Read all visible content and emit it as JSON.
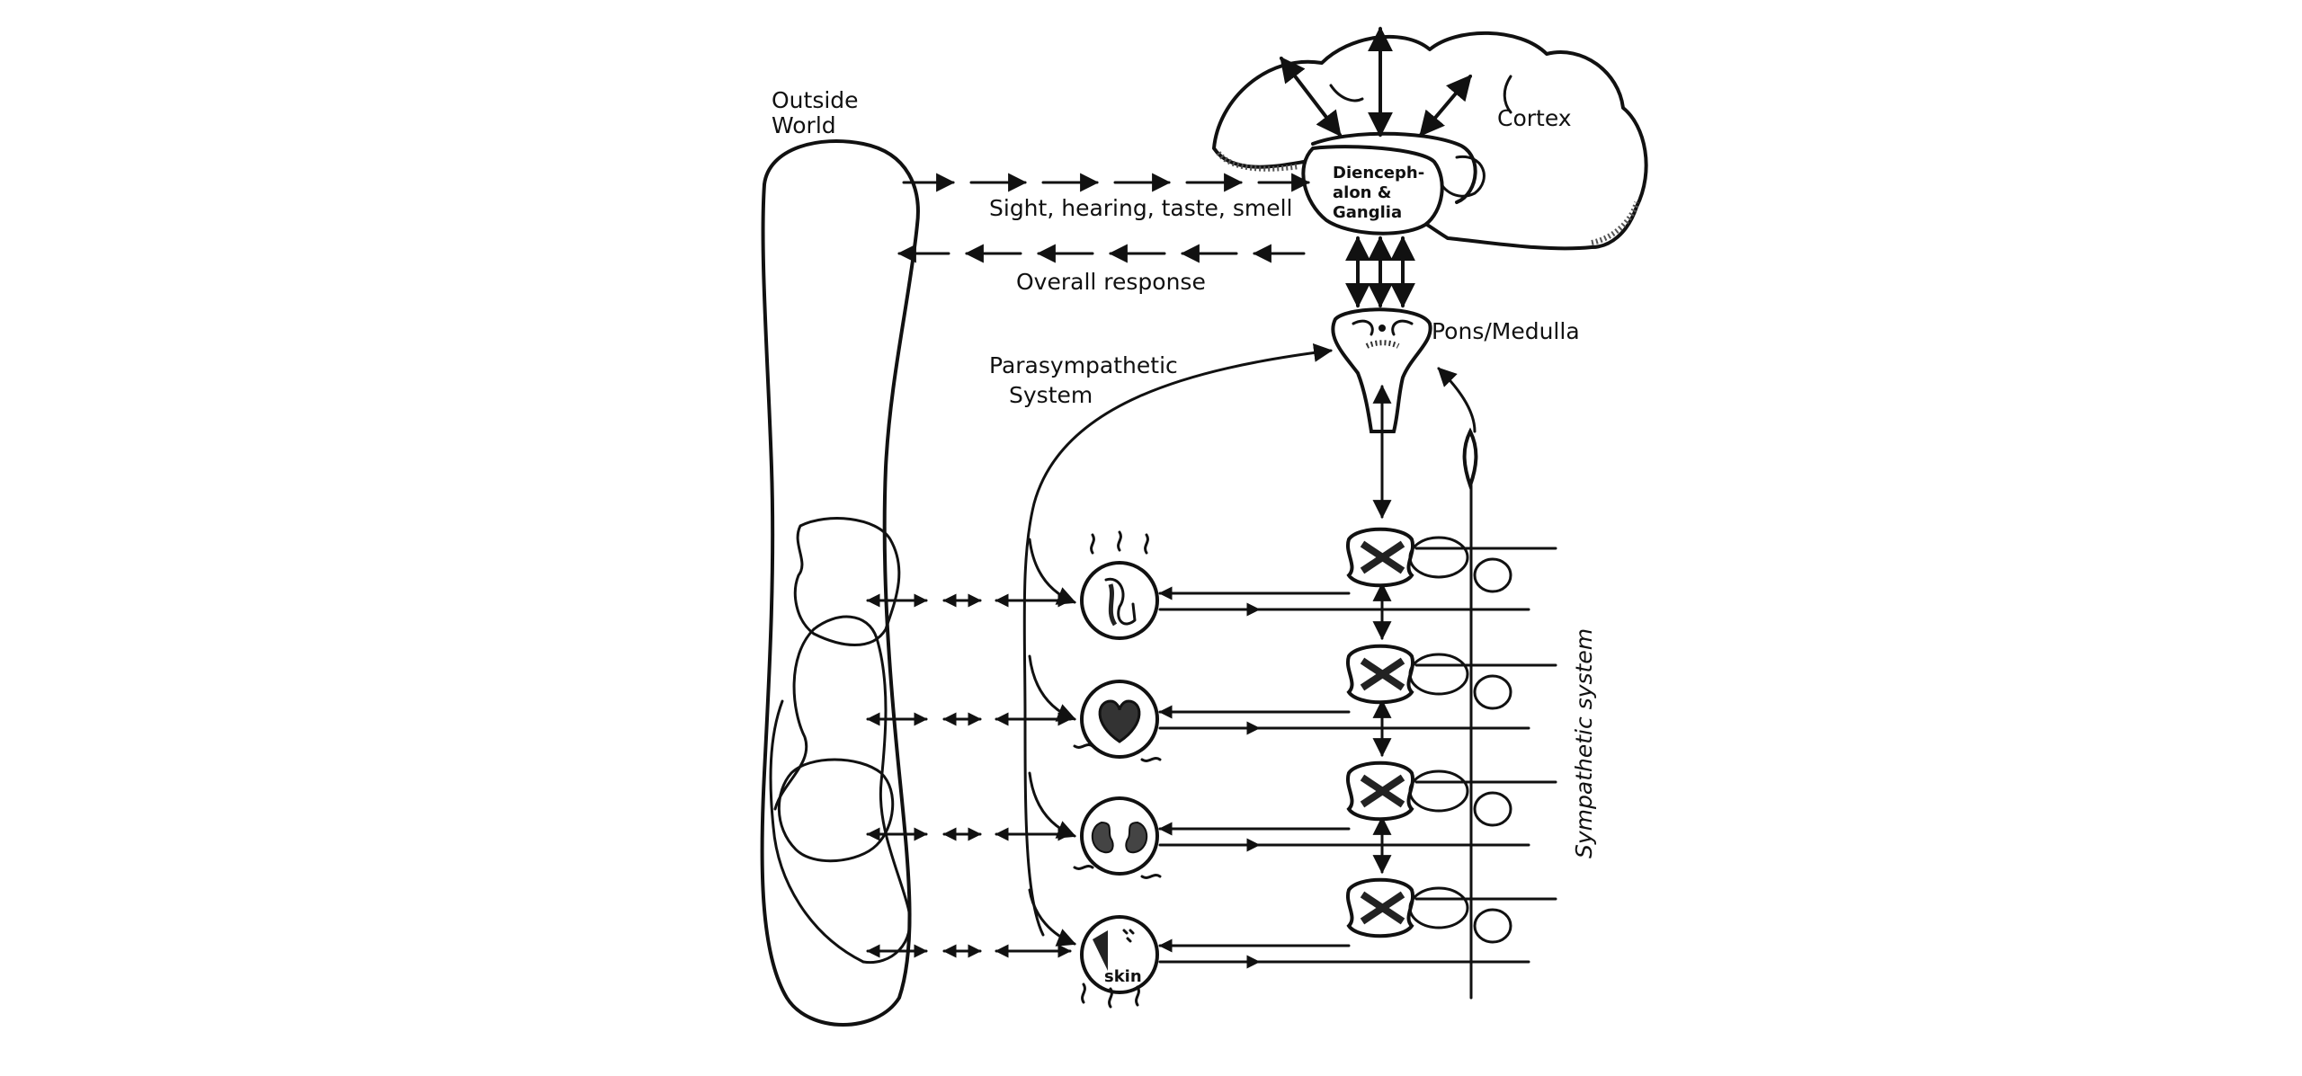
{
  "labels": {
    "outside_world_line1": "Outside",
    "outside_world_line2": "World",
    "cortex": "Cortex",
    "diencephalon_line1": "Dienceph-",
    "diencephalon_line2": "alon &",
    "diencephalon_line3": "Ganglia",
    "senses": "Sight, hearing, taste, smell",
    "overall_response": "Overall response",
    "pons_medulla": "Pons/Medulla",
    "parasympathetic_line1": "Parasympathetic",
    "parasympathetic_line2": "System",
    "sympathetic": "Sympathetic system",
    "skin": "skin"
  },
  "organs": [
    "muscle-icon",
    "heart-icon",
    "kidney-icon",
    "skin-icon"
  ],
  "colors": {
    "ink": "#111111",
    "stipple": "#d8d8d8",
    "background": "#ffffff"
  }
}
